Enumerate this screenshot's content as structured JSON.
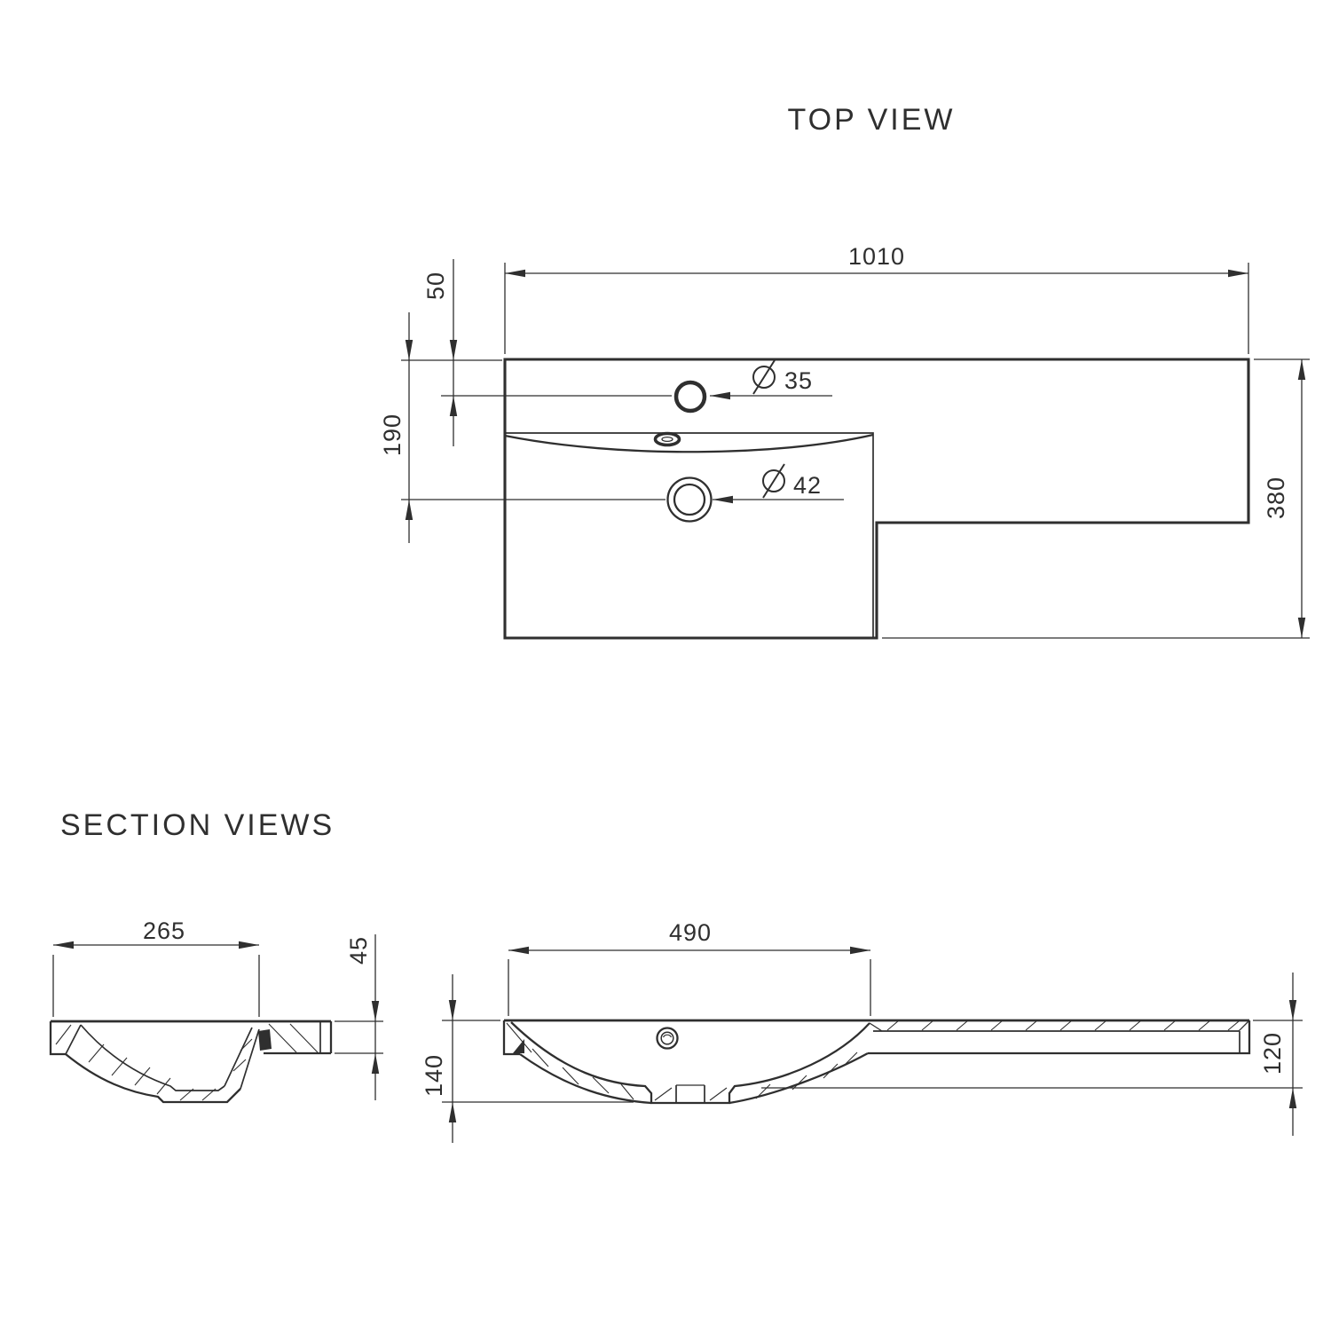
{
  "top_view": {
    "title": "TOP VIEW",
    "dims": {
      "overall_width": "1010",
      "faucet_offset": "50",
      "drain_offset": "190",
      "overall_depth": "380",
      "faucet_hole": {
        "symbol": "∅",
        "value": "35"
      },
      "drain_hole": {
        "symbol": "∅",
        "value": "42"
      }
    }
  },
  "section_views": {
    "title": "SECTION VIEWS",
    "left_section": {
      "basin_width": "265",
      "rim_height": "45"
    },
    "right_section": {
      "bowl_width": "490",
      "basin_height": "140",
      "shelf_height": "120"
    }
  },
  "colors": {
    "line": "#2f2f2f",
    "background": "#ffffff"
  }
}
